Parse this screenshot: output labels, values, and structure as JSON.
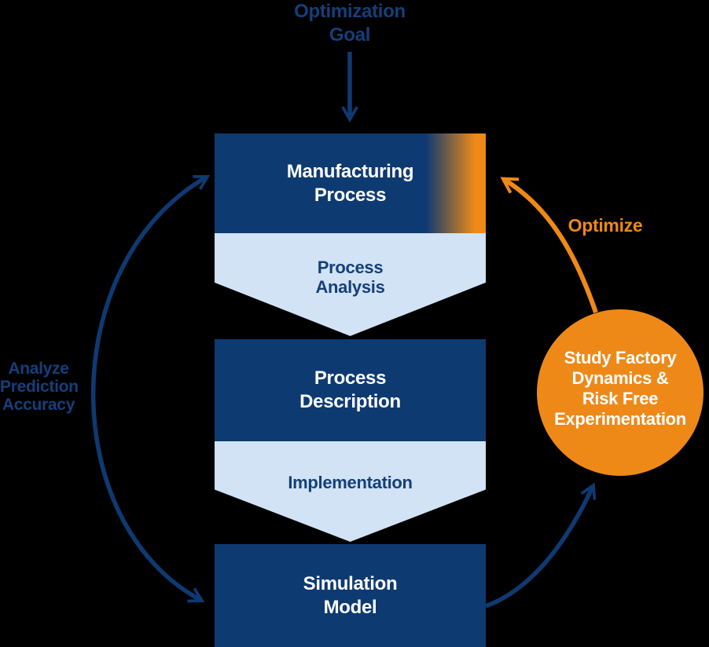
{
  "colors": {
    "background": "#000000",
    "navy_box": "#0e3a72",
    "light_blue_chevron": "#d1e3f4",
    "orange": "#ee8918",
    "text_blue": "#153f7a",
    "white": "#ffffff"
  },
  "goal": {
    "line1": "Optimization",
    "line2": "Goal"
  },
  "flow": {
    "manufacturing_process": {
      "line1": "Manufacturing",
      "line2": "Process"
    },
    "process_analysis": {
      "line1": "Process",
      "line2": "Analysis"
    },
    "process_description": {
      "line1": "Process",
      "line2": "Description"
    },
    "implementation": {
      "line1": "Implementation"
    },
    "simulation_model": {
      "line1": "Simulation",
      "line2": "Model"
    }
  },
  "left_feedback": {
    "line1": "Analyze",
    "line2": "Prediction",
    "line3": "Accuracy"
  },
  "right_feedback": {
    "optimize_label": "Optimize",
    "circle": {
      "line1": "Study Factory",
      "line2": "Dynamics &",
      "line3": "Risk Free",
      "line4": "Experimentation"
    }
  }
}
